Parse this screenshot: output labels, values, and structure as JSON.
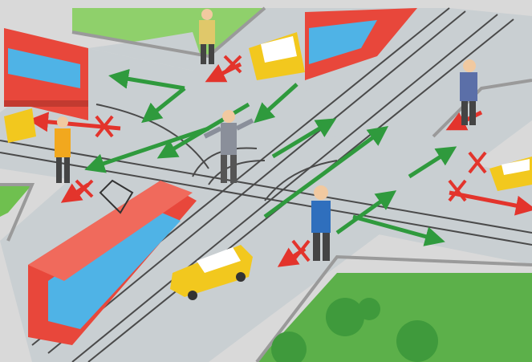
{
  "scene": {
    "description_free": true,
    "colors": {
      "grass": "#5cb04a",
      "grass_light": "#8fd06b",
      "sidewalk": "#d9d9d9",
      "curb": "#9a9a9a",
      "road": "#c9cfd2",
      "rail": "#4a4a4a",
      "tram_red": "#e8473b",
      "tram_window": "#4fb3e6",
      "car_yellow": "#f2c81e",
      "arrow_green": "#2f9a3d",
      "cross_red": "#e3342c",
      "officer_blue": "#2f6fbd",
      "officer_gray": "#8a8f9a"
    },
    "arrows": [
      {
        "id": "a1",
        "kind": "allowed"
      },
      {
        "id": "a2",
        "kind": "allowed"
      },
      {
        "id": "a3",
        "kind": "allowed"
      },
      {
        "id": "a4",
        "kind": "allowed"
      },
      {
        "id": "a5",
        "kind": "allowed"
      },
      {
        "id": "a6",
        "kind": "allowed"
      },
      {
        "id": "a7",
        "kind": "allowed"
      },
      {
        "id": "a8",
        "kind": "allowed"
      }
    ],
    "prohibited_marks": [
      {
        "id": "x1"
      },
      {
        "id": "x2"
      },
      {
        "id": "x3"
      },
      {
        "id": "x4"
      },
      {
        "id": "x5"
      },
      {
        "id": "x6"
      }
    ]
  }
}
